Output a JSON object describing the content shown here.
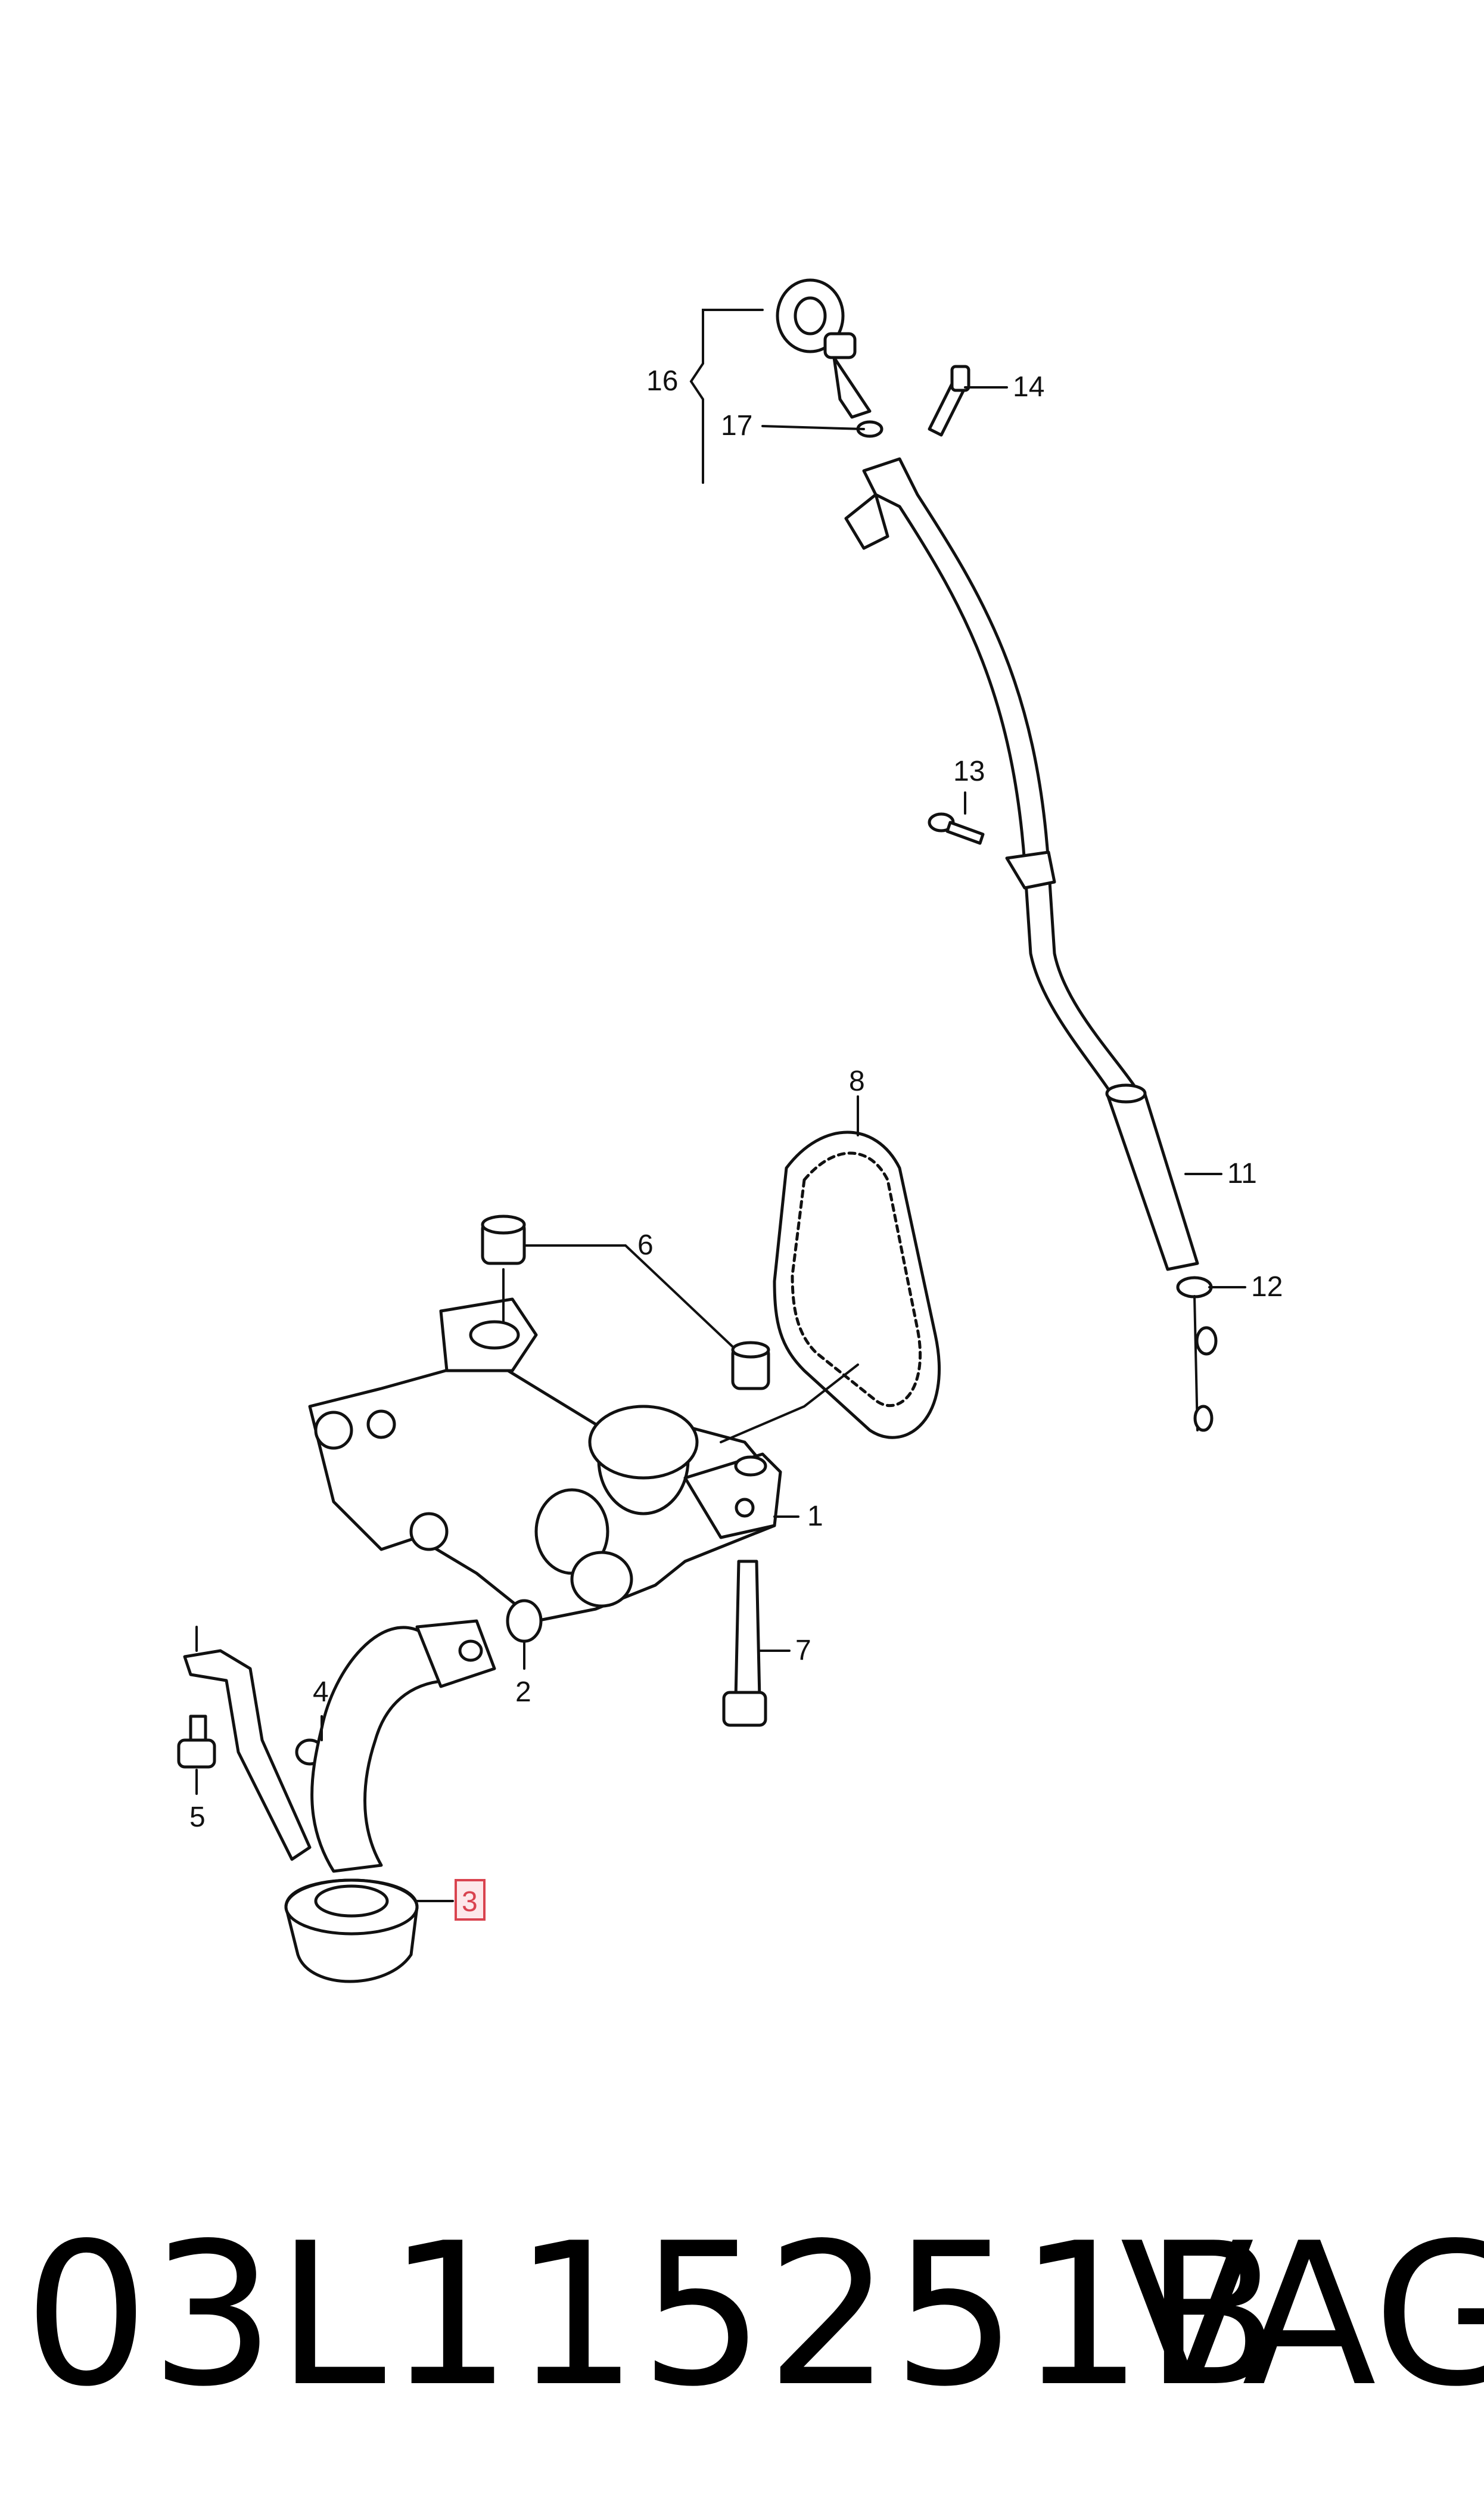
{
  "callouts": {
    "c1": "1",
    "c2": "2",
    "c3": "3",
    "c4": "4",
    "c5": "5",
    "c6": "6",
    "c7": "7",
    "c8": "8",
    "c11": "11",
    "c12": "12",
    "c13": "13",
    "c14": "14",
    "c16": "16",
    "c17": "17"
  },
  "highlighted_callout": "3",
  "caption": {
    "part_number": "03L115251B",
    "brand": "VAG"
  },
  "colors": {
    "highlight": "#d9434f",
    "ink": "#111111"
  }
}
